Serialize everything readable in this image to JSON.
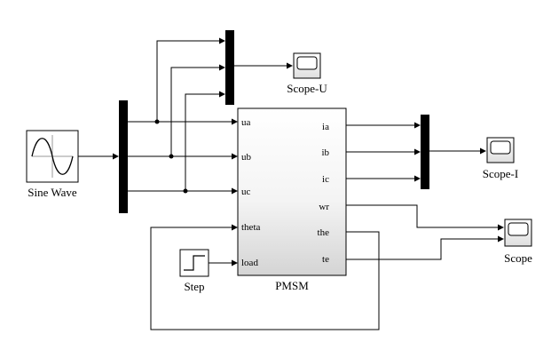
{
  "blocks": {
    "sine_wave": {
      "label": "Sine Wave"
    },
    "step": {
      "label": "Step"
    },
    "pmsm": {
      "label": "PMSM",
      "inputs": [
        "ua",
        "ub",
        "uc",
        "theta",
        "load"
      ],
      "outputs": [
        "ia",
        "ib",
        "ic",
        "wr",
        "the",
        "te"
      ]
    },
    "scope_u": {
      "label": "Scope-U"
    },
    "scope_i": {
      "label": "Scope-I"
    },
    "scope": {
      "label": "Scope"
    }
  }
}
